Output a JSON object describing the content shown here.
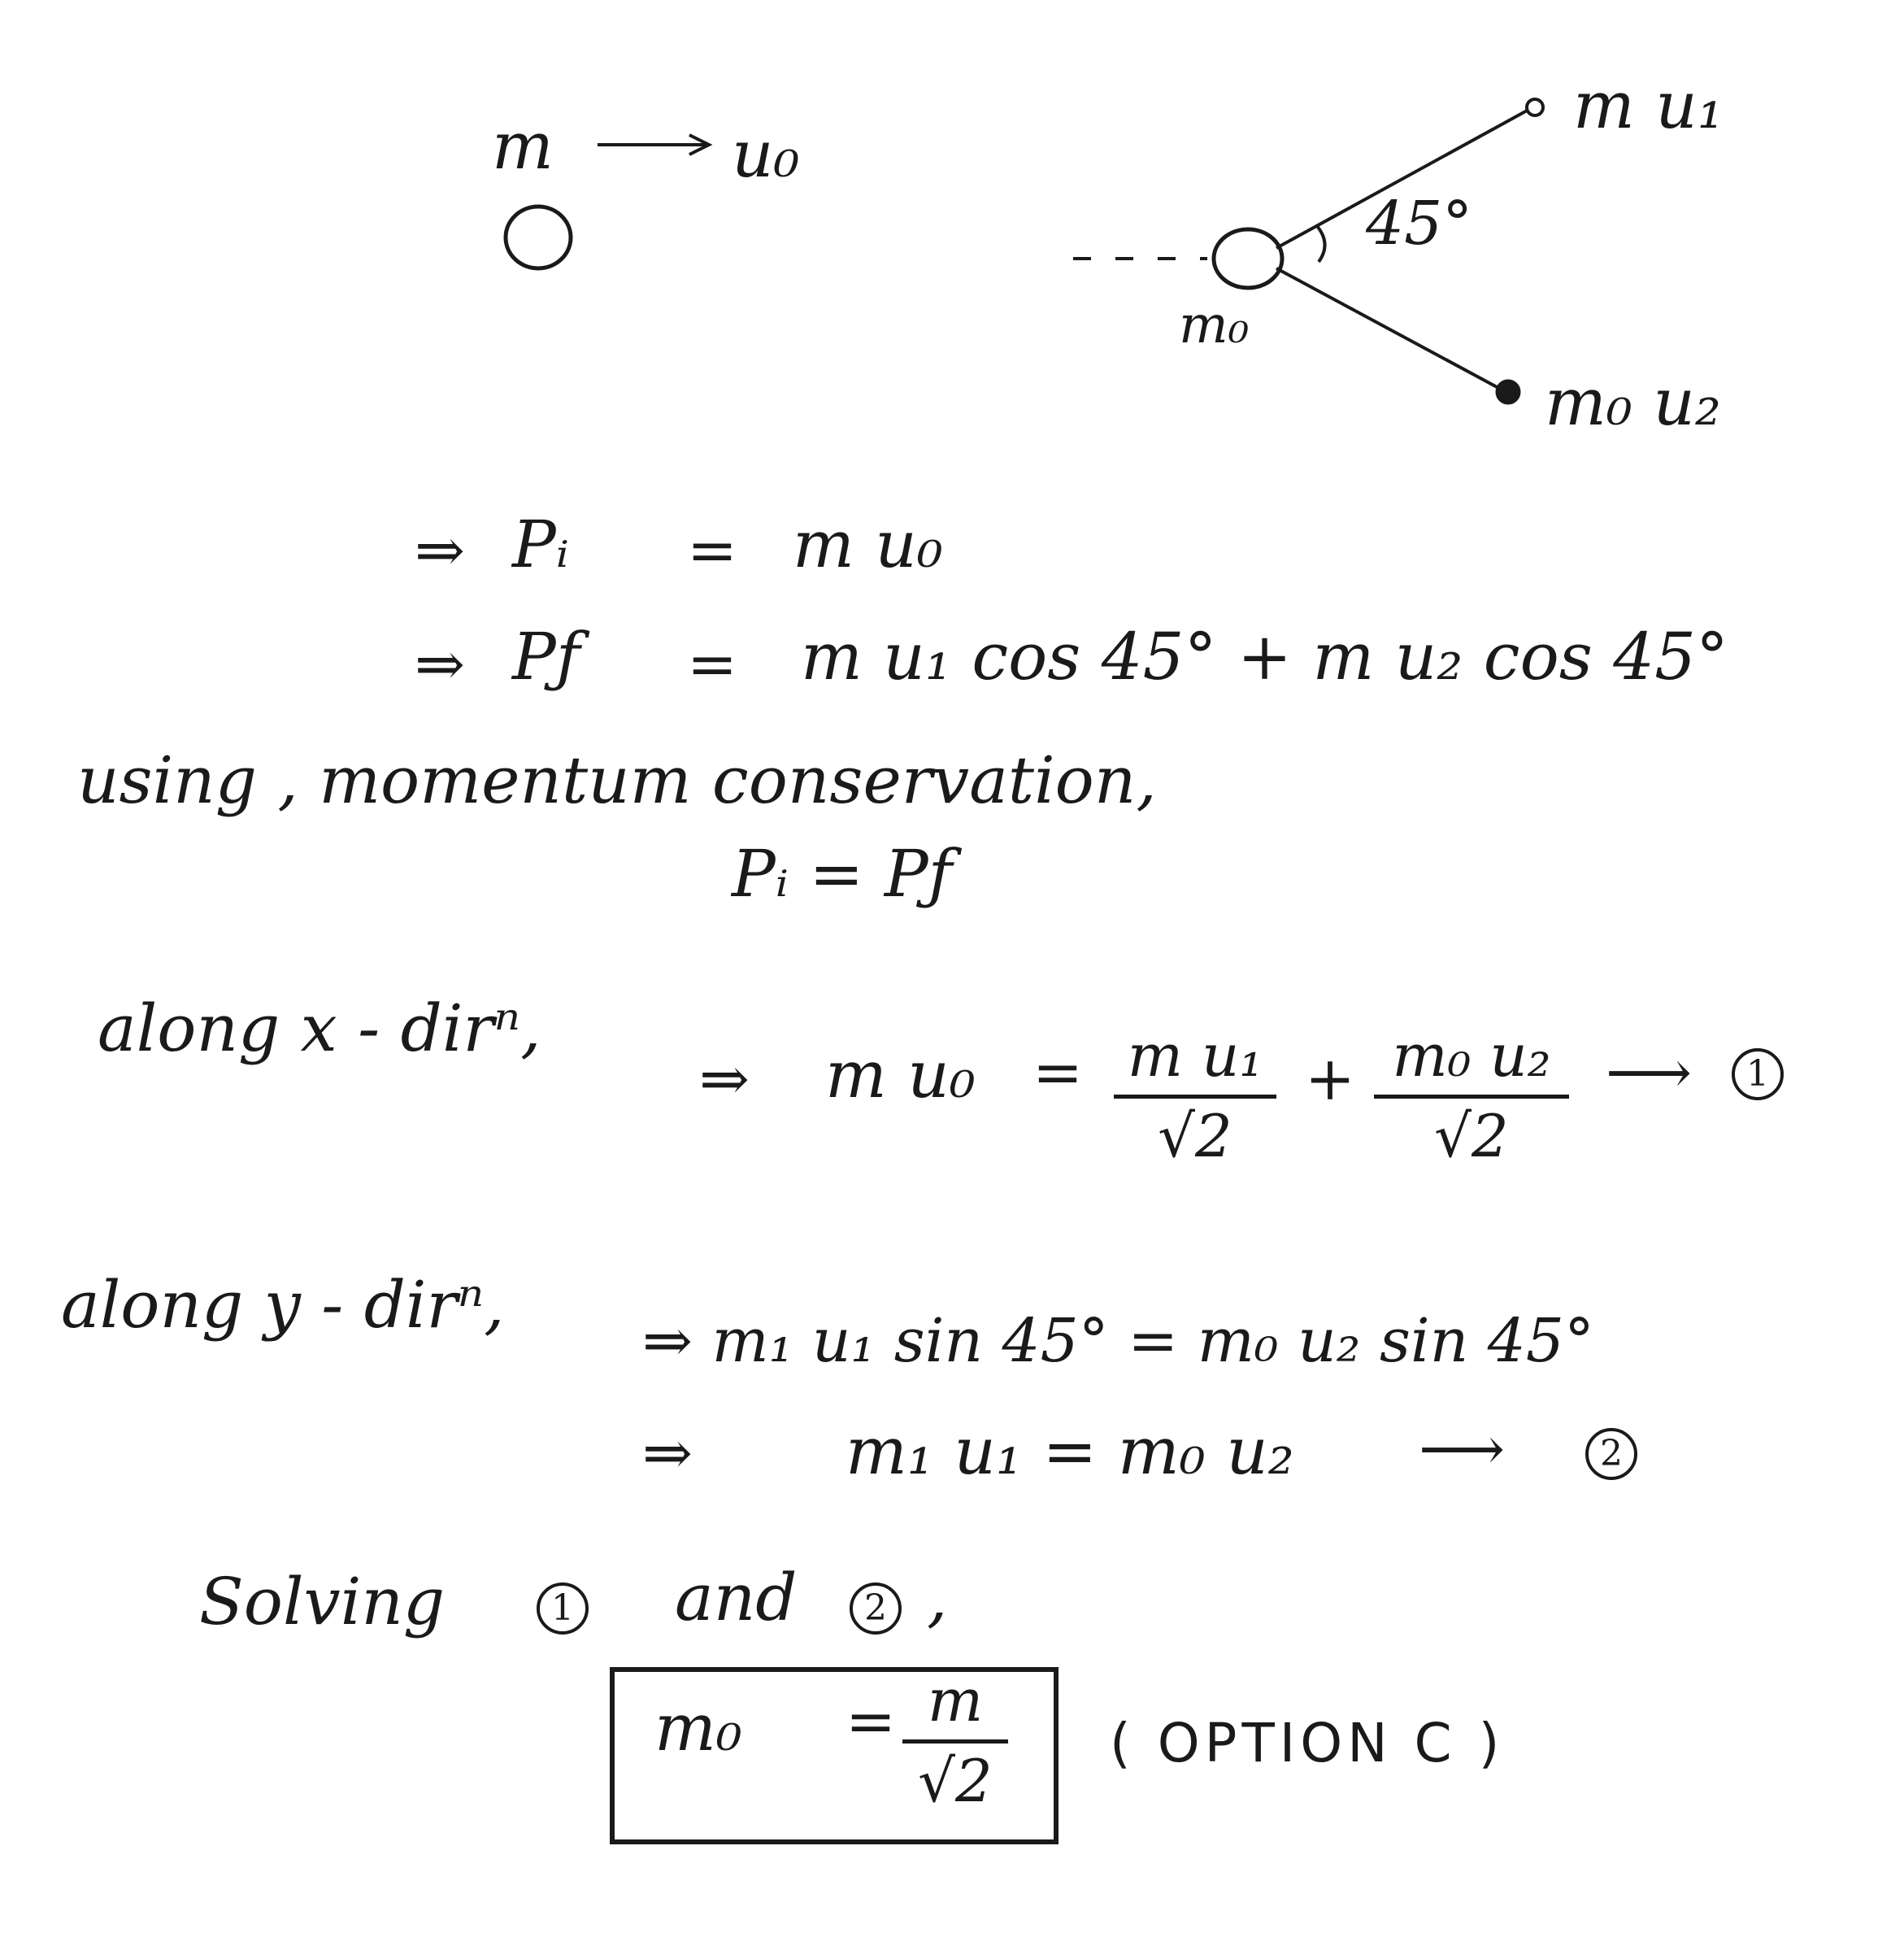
{
  "diagram": {
    "incoming_mass": "m",
    "incoming_velocity": "u₀",
    "target_mass": "m₀",
    "angle": "45°",
    "upper_particle": "m u₁",
    "lower_particle": "m₀ u₂"
  },
  "equations": {
    "pi_line": {
      "arrow": "⇒",
      "lhs": "Pᵢ",
      "eq": "=",
      "rhs": "m u₀"
    },
    "pf_line": {
      "arrow": "⇒",
      "lhs": "Pƒ",
      "eq": "=",
      "rhs": "m u₁ cos 45° + m u₂ cos 45°"
    },
    "using_line": "using ,  momentum conservation,",
    "conservation": "Pᵢ = Pƒ"
  },
  "x_direction": {
    "label": "along x - dirⁿ,",
    "arrow": "⇒",
    "lhs": "m u₀",
    "eq": "=",
    "frac1_num": "m u₁",
    "frac1_den": "√2",
    "plus": "+",
    "frac2_num": "m₀ u₂",
    "frac2_den": "√2",
    "eq_arrow": "⟶",
    "eq_number": "1"
  },
  "y_direction": {
    "label": "along y - dirⁿ,",
    "line1": "⇒  m₁ u₁ sin 45° = m₀ u₂ sin 45°",
    "line2_arrow": "⇒",
    "line2": "m₁ u₁  =  m₀ u₂",
    "eq_arrow": "⟶",
    "eq_number": "2"
  },
  "solving": {
    "text": "Solving",
    "n1": "1",
    "and": "and",
    "n2": "2",
    "comma": ","
  },
  "answer": {
    "lhs": "m₀",
    "eq": "=",
    "num": "m",
    "den": "√2",
    "option": "( OPTION C )"
  }
}
